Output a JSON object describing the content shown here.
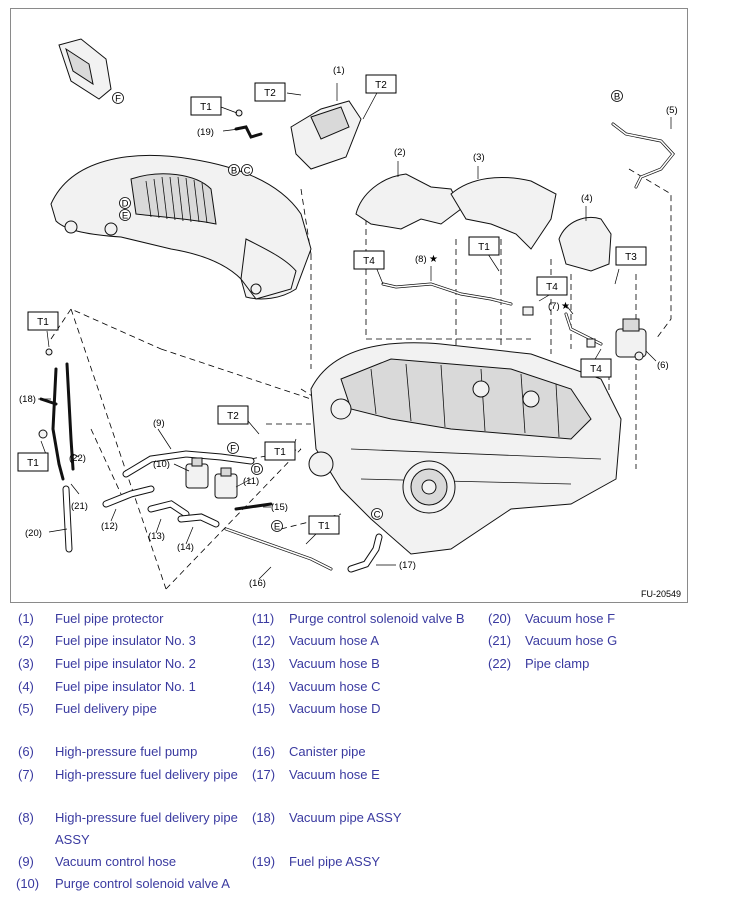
{
  "figure_id": "FU-20549",
  "callouts": {
    "t1": "T1",
    "t2": "T2",
    "t3": "T3",
    "t4": "T4",
    "star": "★",
    "letters": {
      "b": "B",
      "c": "C",
      "d": "D",
      "e": "E",
      "f": "F"
    },
    "numbers": [
      "(1)",
      "(2)",
      "(3)",
      "(4)",
      "(5)",
      "(6)",
      "(7)",
      "(8)",
      "(9)",
      "(10)",
      "(11)",
      "(12)",
      "(13)",
      "(14)",
      "(15)",
      "(16)",
      "(17)",
      "(18)",
      "(19)",
      "(20)",
      "(21)",
      "(22)"
    ]
  },
  "legend": [
    {
      "num": "(1)",
      "text": "Fuel pipe protector"
    },
    {
      "num": "(2)",
      "text": "Fuel pipe insulator No. 3"
    },
    {
      "num": "(3)",
      "text": "Fuel pipe insulator No. 2"
    },
    {
      "num": "(4)",
      "text": "Fuel pipe insulator No. 1"
    },
    {
      "num": "(5)",
      "text": "Fuel delivery pipe"
    },
    {
      "num": "(6)",
      "text": "High-pressure fuel pump"
    },
    {
      "num": "(7)",
      "text": "High-pressure fuel delivery pipe"
    },
    {
      "num": "(8)",
      "text": "High-pressure fuel delivery pipe ASSY"
    },
    {
      "num": "(9)",
      "text": "Vacuum control hose"
    },
    {
      "num": "(10)",
      "text": "Purge control solenoid valve A"
    },
    {
      "num": "(11)",
      "text": "Purge control solenoid valve B"
    },
    {
      "num": "(12)",
      "text": "Vacuum hose A"
    },
    {
      "num": "(13)",
      "text": "Vacuum hose B"
    },
    {
      "num": "(14)",
      "text": "Vacuum hose C"
    },
    {
      "num": "(15)",
      "text": "Vacuum hose D"
    },
    {
      "num": "(16)",
      "text": "Canister pipe"
    },
    {
      "num": "(17)",
      "text": "Vacuum hose E"
    },
    {
      "num": "(18)",
      "text": "Vacuum pipe ASSY"
    },
    {
      "num": "(19)",
      "text": "Fuel pipe ASSY"
    },
    {
      "num": "(20)",
      "text": "Vacuum hose F"
    },
    {
      "num": "(21)",
      "text": "Vacuum hose G"
    },
    {
      "num": "(22)",
      "text": "Pipe clamp"
    }
  ]
}
